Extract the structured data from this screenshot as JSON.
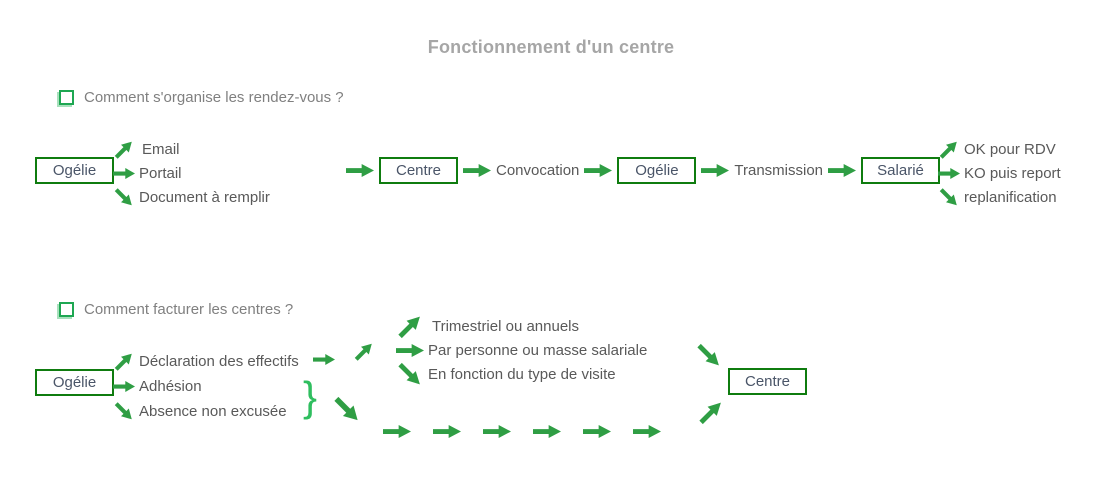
{
  "title": "Fonctionnement d'un centre",
  "sections": {
    "rdv": {
      "header": "Comment s'organise les rendez-vous ?",
      "source_box": "Ogélie",
      "outputs": [
        "Email",
        "Portail",
        "Document à remplir"
      ],
      "flow": {
        "box_centre": "Centre",
        "label_convocation": "Convocation",
        "box_ogelie": "Ogélie",
        "label_transmission": "Transmission",
        "box_salarie": "Salarié"
      },
      "results": [
        "OK pour RDV",
        "KO puis report",
        "replanification"
      ]
    },
    "facturation": {
      "header": "Comment facturer les centres ?",
      "source_box": "Ogélie",
      "outputs": [
        "Déclaration des effectifs",
        "Adhésion",
        "Absence non excusée"
      ],
      "billing_modes": [
        "Trimestriel ou annuels",
        "Par personne ou masse salariale",
        "En fonction du type de visite"
      ],
      "brace": "}",
      "target_box": "Centre"
    }
  },
  "colors": {
    "title_gray": "#A6A6A6",
    "header_gray": "#808080",
    "label_gray": "#595959",
    "box_text": "#4A5568",
    "box_border_green": "#0F7C0F",
    "arrow_green": "#2F9E44",
    "brace_green": "#2FBE5F",
    "bullet_green": "#1EA752"
  }
}
